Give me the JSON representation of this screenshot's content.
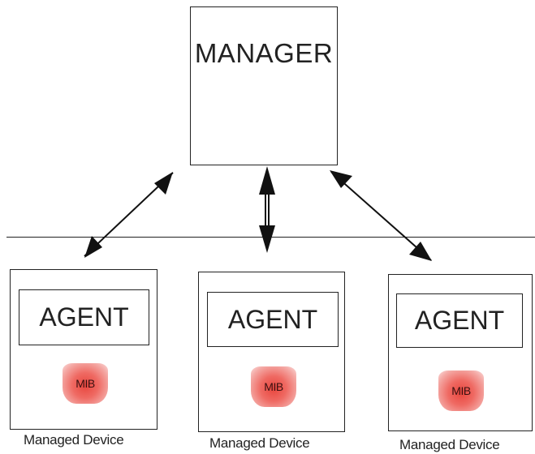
{
  "manager": {
    "label": "MANAGER"
  },
  "devices": [
    {
      "agent_label": "AGENT",
      "mib_label": "MIB",
      "caption": "Managed Device"
    },
    {
      "agent_label": "AGENT",
      "mib_label": "MIB",
      "caption": "Managed Device"
    },
    {
      "agent_label": "AGENT",
      "mib_label": "MIB",
      "caption": "Managed Device"
    }
  ],
  "colors": {
    "stroke": "#222222",
    "mib_fill": "#e8463e"
  }
}
